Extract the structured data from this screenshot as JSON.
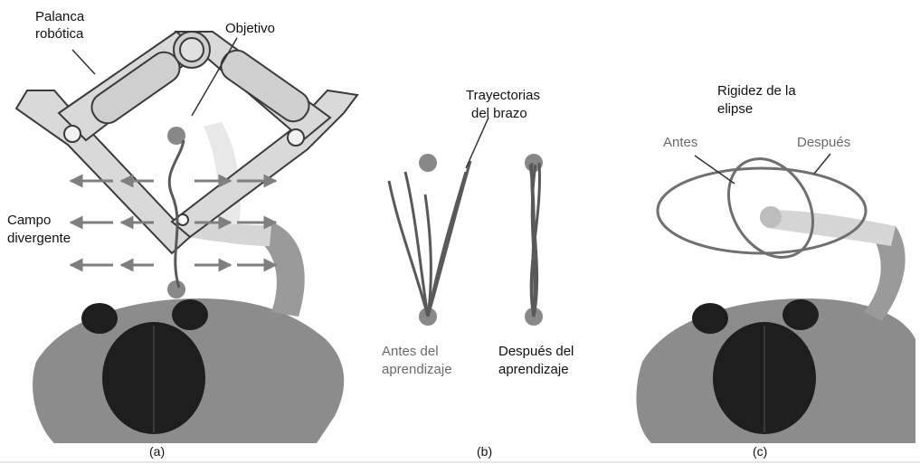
{
  "panel_a": {
    "label": "(a)",
    "robot_label": [
      "Palanca",
      "robótica"
    ],
    "target_label": "Objetivo",
    "field_label": [
      "Campo",
      "divergente"
    ]
  },
  "panel_b": {
    "label": "(b)",
    "trajectories_label": [
      "Trayectorias",
      "del brazo"
    ],
    "before_label": [
      "Antes del",
      "aprendizaje"
    ],
    "after_label": [
      "Después del",
      "aprendizaje"
    ]
  },
  "panel_c": {
    "label": "(c)",
    "stiffness_label": [
      "Rigidez de la",
      "elipse"
    ],
    "before_label": "Antes",
    "after_label": "Después"
  },
  "colors": {
    "trajectory": "#595959",
    "target_dot": "#888888",
    "arrow": "#7f7f7f",
    "ellipse": "#6f6f6f",
    "robot_fill": "#d9d9d9",
    "robot_stroke": "#3a3a3a",
    "body": "#8c8c8c",
    "head": "#1e1e1e",
    "arm": "#d6d6d6"
  }
}
